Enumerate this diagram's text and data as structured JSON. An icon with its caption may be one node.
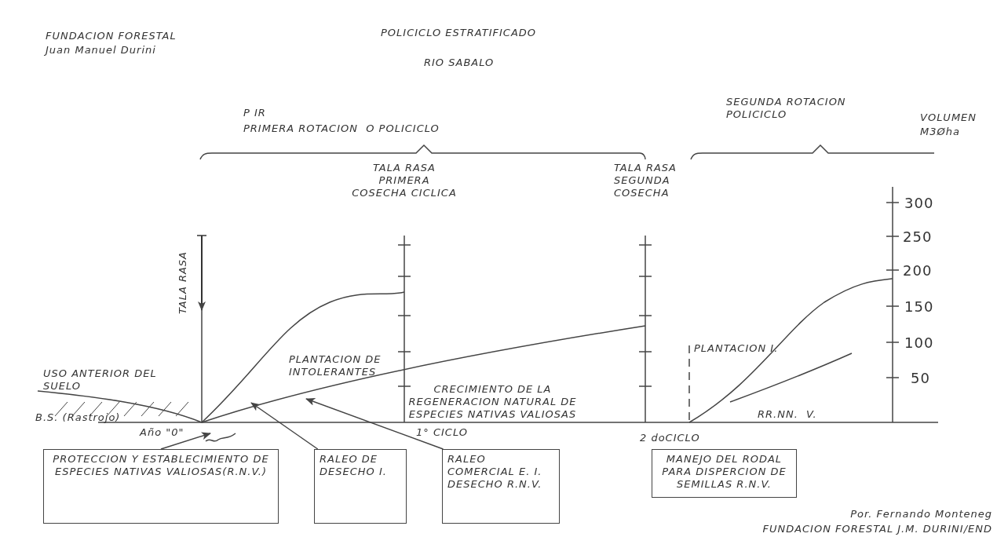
{
  "diagram": {
    "title": "POLICICLO ESTRATIFICADO",
    "nodes": [
      {
        "text": [
          "PROTECCION Y ESTABLECIMIENTO DE ESPECIES NATIVAS VALIOSAS(R.N.V.)"
        ]
      },
      {
        "text": [
          "RALEO DE DESECHO I."
        ]
      },
      {
        "text": [
          "RALEO COMERCIAL E. I. DESECHO R.N.V."
        ]
      },
      {
        "text": [
          "MANEJO DEL RODAL PARA DISPERCION DE SEMILLAS R.N.V."
        ]
      }
    ],
    "edges": [
      {
        "from": 0,
        "to": null,
        "arrow": "to"
      },
      {
        "from": 1,
        "to": null,
        "arrow": "to"
      },
      {
        "from": 2,
        "to": null,
        "arrow": "to"
      }
    ],
    "labels": [
      "FUNDACION FORESTAL",
      "Juan Manuel Durini",
      "RIO SABALO",
      "P IR",
      "PRIMERA ROTACION  O POLICICLO",
      "SEGUNDA ROTACION POLICICLO",
      "VOLUMEN",
      "M3Øha",
      "TALA RASA PRIMERA COSECHA CICLICA",
      "TALA RASA SEGUNDA COSECHA",
      "TALA RASA",
      "USO ANTERIOR DEL SUELO",
      "B.S. (Rastrojo)",
      "PLANTACION DE INTOLERANTES",
      "CRECIMIENTO DE LA REGENERACION NATURAL DE ESPECIES NATIVAS VALIOSAS",
      "PLANTACION I.",
      "RR.NN.  V.",
      "Año \"0\"",
      "1° CICLO",
      "2 doCICLO",
      "300",
      "250",
      "200",
      "150",
      "100",
      "50",
      "Por. Fernando Monteneg",
      "FUNDACION FORESTAL J.M. DURINI/END"
    ]
  }
}
